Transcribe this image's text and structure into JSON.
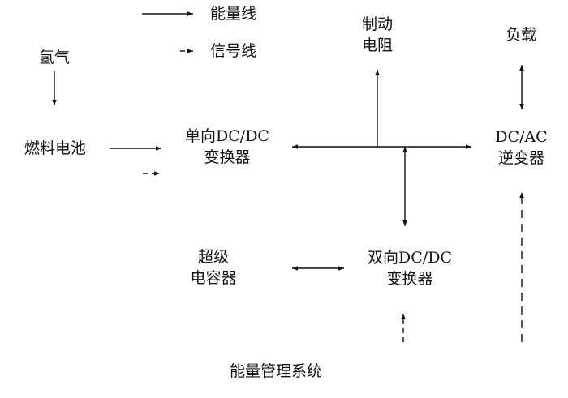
{
  "legend": {
    "energy_line": "能量线",
    "signal_line": "信号线"
  },
  "nodes": {
    "hydrogen": "氢气",
    "fuel_cell": "燃料电池",
    "unidirectional_converter": [
      "单向DC/DC",
      "变换器"
    ],
    "brake_resistor": [
      "制动",
      "电阻"
    ],
    "load": "负载",
    "inverter": [
      "DC/AC",
      "逆变器"
    ],
    "supercapacitor": [
      "超级",
      "电容器"
    ],
    "bidirectional_converter": [
      "双向DC/DC",
      "变换器"
    ],
    "energy_management_system": "能量管理系统"
  },
  "colors": {
    "ink": "#111111",
    "background": "#ffffff"
  }
}
